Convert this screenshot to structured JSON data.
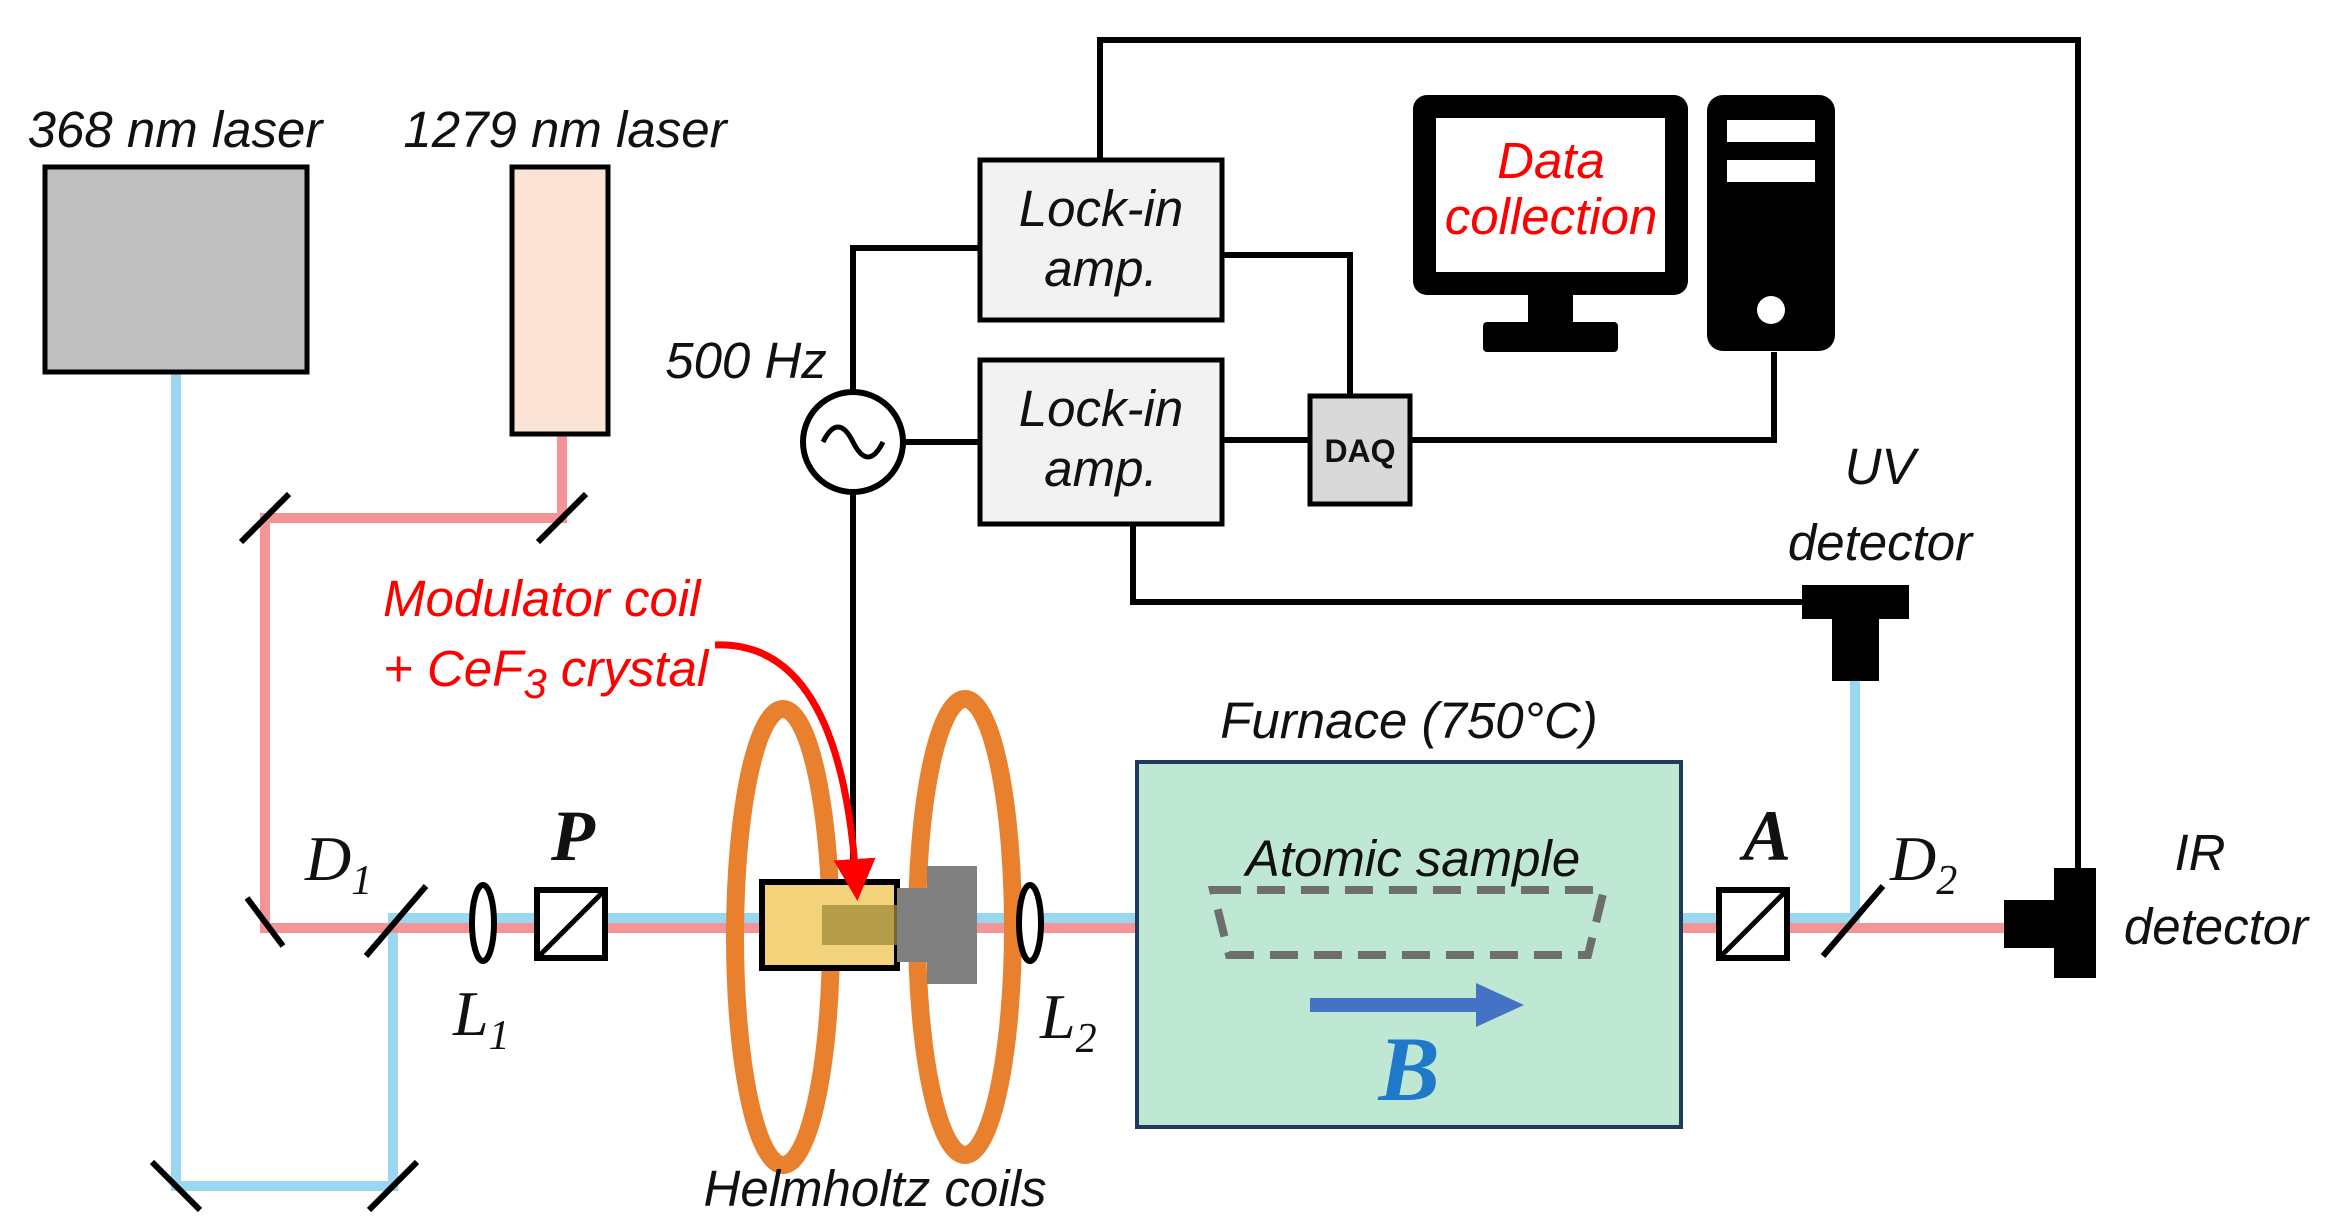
{
  "lasers": {
    "uv_label": "368 nm laser",
    "ir_label": "1279 nm laser"
  },
  "electronics": {
    "lockin_top_line1": "Lock-in",
    "lockin_top_line2": "amp.",
    "lockin_bottom_line1": "Lock-in",
    "lockin_bottom_line2": "amp.",
    "daq_label": "DAQ",
    "oscillator_freq": "500 Hz",
    "computer_screen_line1": "Data",
    "computer_screen_line2": "collection"
  },
  "detectors": {
    "uv_line1": "UV",
    "uv_line2": "detector",
    "ir_line1": "IR",
    "ir_line2": "detector"
  },
  "optics": {
    "dichroic1": "D",
    "dichroic1_sub": "1",
    "dichroic2": "D",
    "dichroic2_sub": "2",
    "lens1": "L",
    "lens1_sub": "1",
    "lens2": "L",
    "lens2_sub": "2",
    "polarizer": "P",
    "analyzer": "A"
  },
  "annotations": {
    "modulator_line1": "Modulator coil",
    "modulator_line2_pre": "+ CeF",
    "modulator_line2_sub": "3",
    "modulator_line2_post": " crystal",
    "helmholtz": "Helmholtz coils",
    "furnace": "Furnace (750°C)",
    "sample": "Atomic sample",
    "field": "B"
  },
  "colors": {
    "uv_beam": "#8fd3f0",
    "ir_beam": "#f4888c",
    "annotation_red": "#ff0000",
    "coil_orange": "#e8802e",
    "furnace_fill": "#bfe8d4",
    "field_arrow": "#4472c4",
    "uv_laser_fill": "#bfbfbf",
    "ir_laser_fill": "#fbe3d6",
    "electronics_fill": "#f2f2f2",
    "daq_fill": "#d9d9d9",
    "crystal_fill": "#f2d27a"
  }
}
